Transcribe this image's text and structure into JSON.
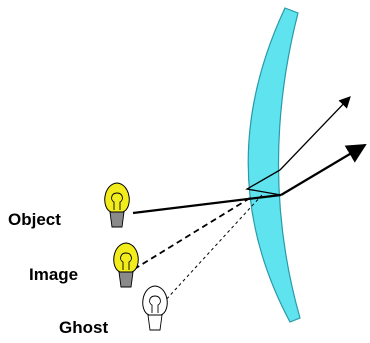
{
  "labels": {
    "object": "Object",
    "image": "Image",
    "ghost": "Ghost"
  },
  "colors": {
    "lens_fill": "#5fe3ef",
    "lens_stroke": "#2a9aa8",
    "bulb_lit": "#f2ec1c",
    "bulb_unlit": "#ffffff",
    "bulb_base": "#8a8a8a",
    "ray": "#000000"
  },
  "icons": {
    "object": "light-bulb-lit-icon",
    "image": "light-bulb-lit-icon",
    "ghost": "light-bulb-outline-icon"
  }
}
